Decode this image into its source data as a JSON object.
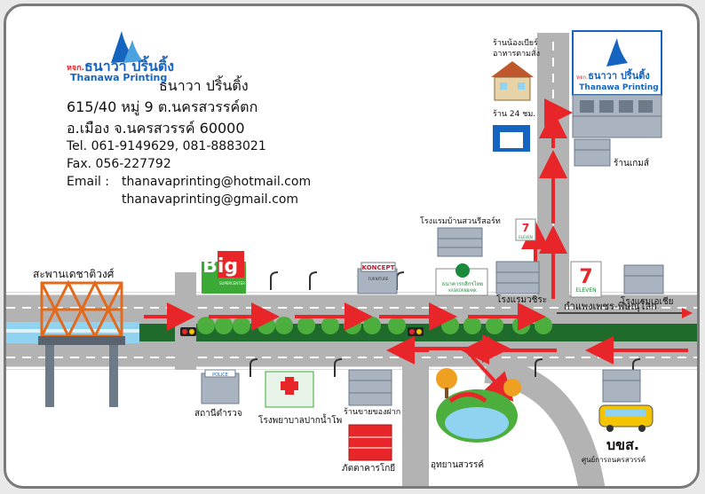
{
  "company": {
    "logo_small": "หจก.",
    "logo_main": "ธนาวา ปริ้นติ้ง",
    "logo_english": "Thanawa Printing",
    "name_thai": "ธนาวา ปริ้นติ้ง",
    "address_line1": "615/40 หมู่ 9 ต.นครสวรรค์ตก",
    "address_line2": "อ.เมือง จ.นครสวรรค์ 60000",
    "tel": "Tel. 061-9149629, 081-8883021",
    "fax": "Fax. 056-227792",
    "email_label": "Email :",
    "email1": "thanavaprinting@hotmail.com",
    "email2": "thanavaprinting@gmail.com"
  },
  "colors": {
    "road": "#b3b3b3",
    "lane": "#ffffff",
    "median": "#1e6b2c",
    "arrow": "#e8262a",
    "building": "#a9b4c0",
    "building_dark": "#6d7a88",
    "tree": "#4cae3c",
    "trunk": "#7a5126",
    "logo_blue": "#1565c0",
    "bridge": "#e26a1c",
    "river": "#8fd3f0"
  },
  "landmarks": {
    "bridge": "สะพานเดชาติวงศ์",
    "road_name": "กำแพงเพชร-พิษณุโลก",
    "big_c": "Big C",
    "big_c_sub": "SUPERCENTER",
    "koncept": "KONCEPT",
    "koncept_sub": "FURNITURE",
    "kbank": "ธนาคารกสิกรไทย",
    "kbank_en": "KASIKORNBANK",
    "hotel_suan": "โรงแรมบ้านสวนรีสอร์ท",
    "hotel_wachira": "โรงแรมวชิระ",
    "hotel_asia": "โรงแรมเอเชีย",
    "seven": "ELEVEN",
    "seven_num": "7",
    "shop_24": "ร้าน 24 ชม.",
    "beer_shop": "ร้านน้องเบียร์",
    "food": "อาหารตามสั่ง",
    "game_shop": "ร้านเกมส์",
    "police_sign": "POLICE",
    "police": "สถานีตำรวจ",
    "hospital": "โรงพยาบาลปากน้ำโพ",
    "souvenir": "ร้านขายของฝาก",
    "restaurant": "ภัตตาคารโกยี",
    "park": "อุทยานสวรรค์",
    "bus_station": "บขส.",
    "bus_station_sub": "ศูนย์การถนครสวรรค์"
  }
}
